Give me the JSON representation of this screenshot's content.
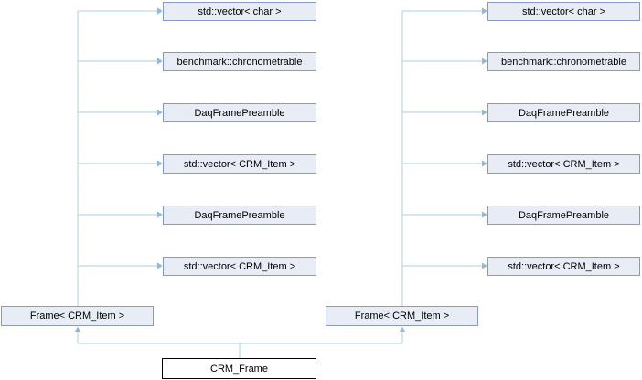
{
  "diagram": {
    "main_class": "CRM_Frame",
    "base_left": "Frame< CRM_Item >",
    "base_right": "Frame< CRM_Item >",
    "left_column": [
      "std::vector< char >",
      "benchmark::chronometrable",
      "DaqFramePreamble",
      "std::vector< CRM_Item >",
      "DaqFramePreamble",
      "std::vector< CRM_Item >"
    ],
    "right_column": [
      "std::vector< char >",
      "benchmark::chronometrable",
      "DaqFramePreamble",
      "std::vector< CRM_Item >",
      "DaqFramePreamble",
      "std::vector< CRM_Item >"
    ]
  },
  "colors": {
    "node_fill": "#E8EDF5",
    "node_border": "#8799C4",
    "main_fill": "#FFFFFF",
    "main_border": "#000000",
    "edge": "#A8D2E4",
    "edge_arrow": "#90B9DF",
    "text": "#000000",
    "background": "#FFFFFF"
  }
}
